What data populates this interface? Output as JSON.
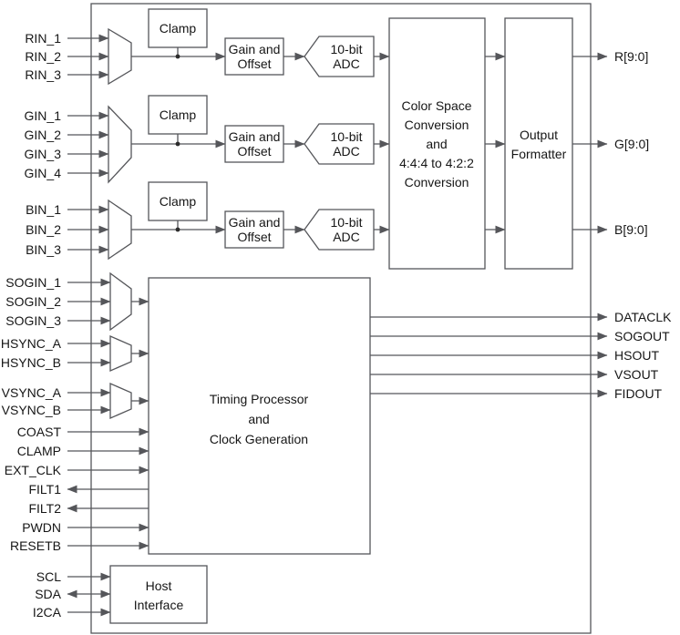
{
  "colors": {
    "line": "#55565a",
    "text": "#161616",
    "background": "#ffffff"
  },
  "channels": [
    {
      "name": "red",
      "inputs": [
        "RIN_1",
        "RIN_2",
        "RIN_3"
      ],
      "clamp": "Clamp",
      "gain_offset": [
        "Gain and",
        "Offset"
      ],
      "adc": [
        "10-bit",
        "ADC"
      ],
      "output": "R[9:0]"
    },
    {
      "name": "green",
      "inputs": [
        "GIN_1",
        "GIN_2",
        "GIN_3",
        "GIN_4"
      ],
      "clamp": "Clamp",
      "gain_offset": [
        "Gain and",
        "Offset"
      ],
      "adc": [
        "10-bit",
        "ADC"
      ],
      "output": "G[9:0]"
    },
    {
      "name": "blue",
      "inputs": [
        "BIN_1",
        "BIN_2",
        "BIN_3"
      ],
      "clamp": "Clamp",
      "gain_offset": [
        "Gain and",
        "Offset"
      ],
      "adc": [
        "10-bit",
        "ADC"
      ],
      "output": "B[9:0]"
    }
  ],
  "csc_block": [
    "Color Space",
    "Conversion",
    "and",
    "4:4:4 to 4:2:2",
    "Conversion"
  ],
  "output_formatter": [
    "Output",
    "Formatter"
  ],
  "timing_block": [
    "Timing Processor",
    "and",
    "Clock Generation"
  ],
  "host_interface": [
    "Host",
    "Interface"
  ],
  "sync_inputs": {
    "sog": [
      "SOGIN_1",
      "SOGIN_2",
      "SOGIN_3"
    ],
    "hsync": [
      "HSYNC_A",
      "HSYNC_B"
    ],
    "vsync": [
      "VSYNC_A",
      "VSYNC_B"
    ]
  },
  "timing_pins": [
    {
      "label": "COAST",
      "direction": "in"
    },
    {
      "label": "CLAMP",
      "direction": "in"
    },
    {
      "label": "EXT_CLK",
      "direction": "in"
    },
    {
      "label": "FILT1",
      "direction": "out"
    },
    {
      "label": "FILT2",
      "direction": "out"
    },
    {
      "label": "PWDN",
      "direction": "in"
    },
    {
      "label": "RESETB",
      "direction": "in"
    }
  ],
  "timing_outputs": [
    "DATACLK",
    "SOGOUT",
    "HSOUT",
    "VSOUT",
    "FIDOUT"
  ],
  "host_pins": [
    {
      "label": "SCL",
      "direction": "in"
    },
    {
      "label": "SDA",
      "direction": "bidirectional"
    },
    {
      "label": "I2CA",
      "direction": "in"
    }
  ]
}
